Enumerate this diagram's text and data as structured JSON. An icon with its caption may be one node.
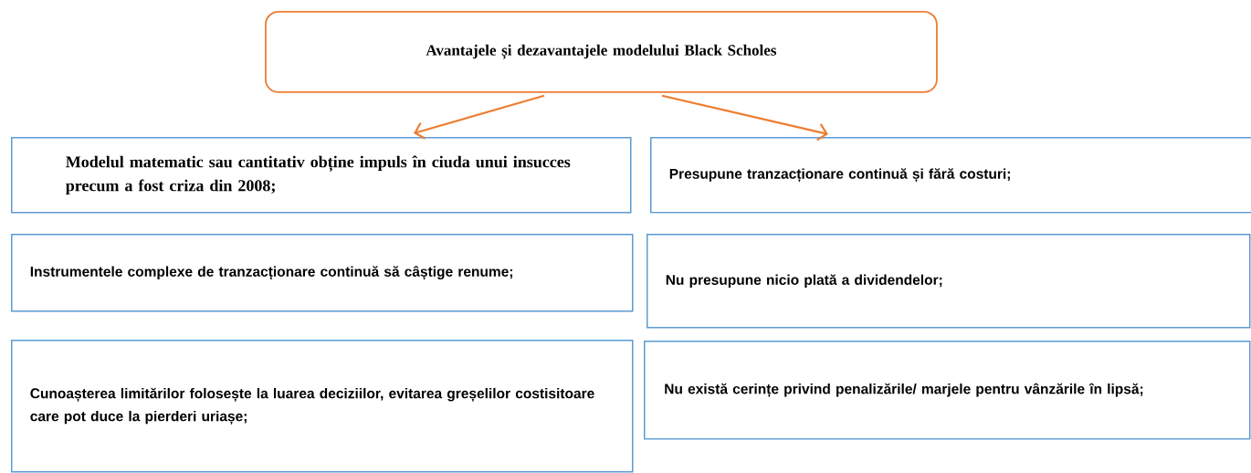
{
  "diagram": {
    "nodes": [
      {
        "text": [
          "Avantajele și dezavantajele modelului Black Scholes"
        ]
      },
      {
        "text": [
          "Modelul matematic sau cantitativ obține impuls în ciuda unui insucces precum a fost criza din 2008;"
        ]
      },
      {
        "text": [
          "Presupune tranzacționare continuă și fără costuri;"
        ]
      },
      {
        "text": [
          "Instrumentele complexe de tranzacționare continuă să câștige renume;"
        ]
      },
      {
        "text": [
          "Nu presupune nicio plată a dividendelor;"
        ]
      },
      {
        "text": [
          "Cunoașterea limitărilor folosește la luarea deciziilor, evitarea greșelilor costisitoare care pot duce la pierderi uriașe;"
        ]
      },
      {
        "text": [
          "Nu există cerințe privind penalizările/ marjele pentru vânzările în lipsă;"
        ]
      }
    ],
    "edges": [
      {
        "from": 0,
        "to": 1,
        "arrow": "to"
      },
      {
        "from": 0,
        "to": 2,
        "arrow": "to"
      }
    ]
  }
}
